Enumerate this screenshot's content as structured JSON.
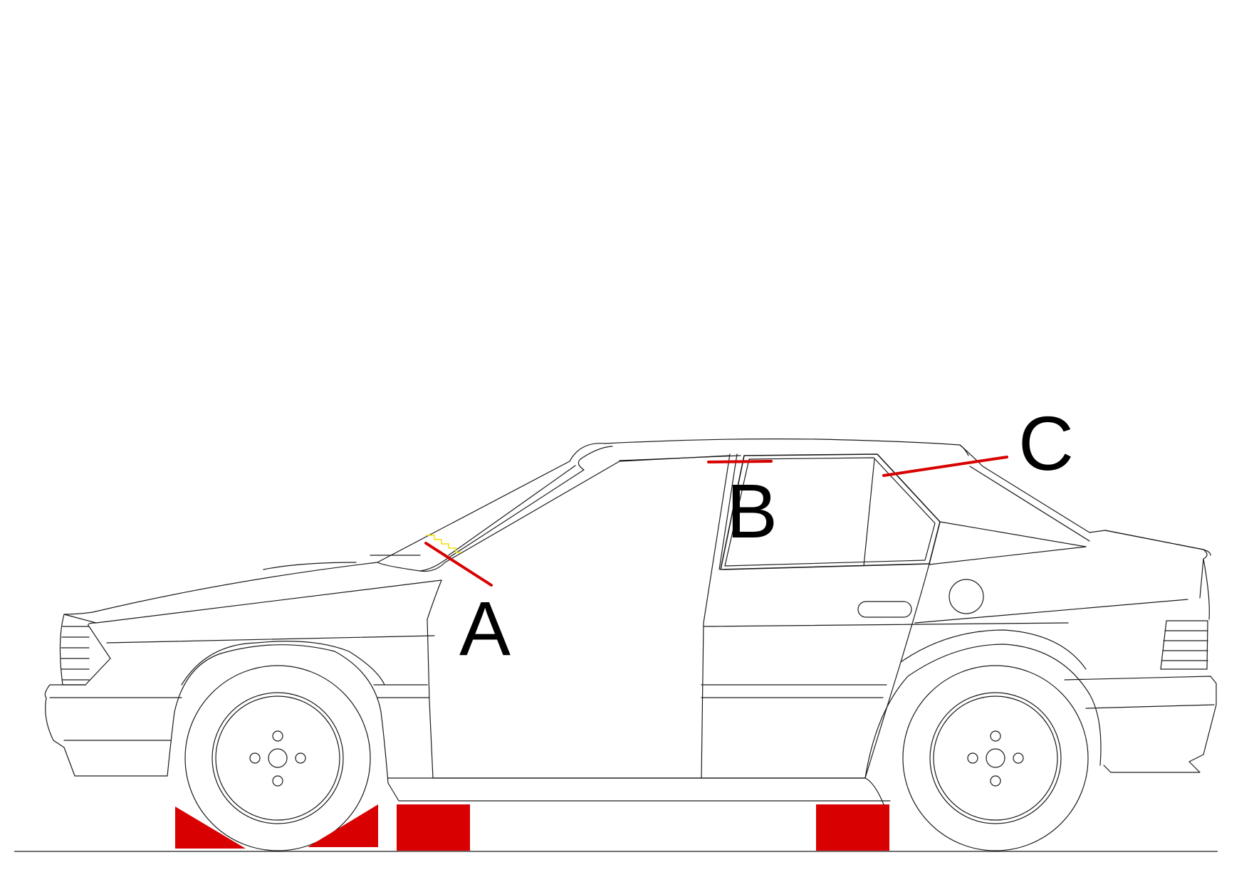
{
  "labels": {
    "a": "A",
    "b": "B",
    "c": "C"
  },
  "colors": {
    "marker": "#d80000",
    "support": "#d80000",
    "outline": "#1a1a1a",
    "highlight": "#f2e000",
    "label": "#000000"
  },
  "icons": {
    "wheel_front": "wheel-icon",
    "wheel_rear": "wheel-icon",
    "wheel_chock": "wedge-icon",
    "support_block": "block-icon"
  }
}
